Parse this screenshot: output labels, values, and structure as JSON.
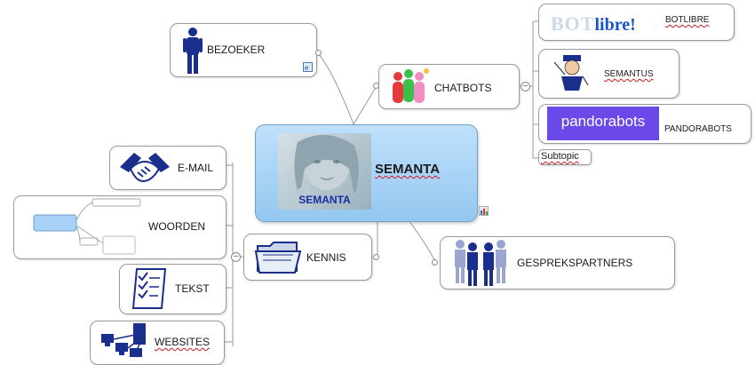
{
  "center": {
    "title": "SEMANTA",
    "photo_caption": "SEMANTA",
    "icon": "photo-of-woman"
  },
  "branches": {
    "bezoeker": {
      "label": "BEZOEKER",
      "icon": "person-icon",
      "note_icon": "note-icon"
    },
    "chatbots": {
      "label": "CHATBOTS",
      "icon": "people-group-icon"
    },
    "botlibre": {
      "label": "BOTLIBRE",
      "logo": "BOTlibre!"
    },
    "semantus": {
      "label": "SEMANTUS",
      "icon": "cartoon-character-icon"
    },
    "pandorabots": {
      "label": "PANDORABOTS",
      "logo": "pandorabots"
    },
    "subtopic": {
      "label": "Subtopic"
    },
    "email": {
      "label": "E-MAIL",
      "icon": "handshake-icon"
    },
    "woorden": {
      "label": "WOORDEN",
      "icon": "mind-map-thumbnail-icon"
    },
    "kennis": {
      "label": "KENNIS",
      "icon": "folder-icon"
    },
    "tekst": {
      "label": "TEKST",
      "icon": "checklist-icon"
    },
    "websites": {
      "label": "WEBSITES",
      "icon": "network-computers-icon"
    },
    "gesprekspartners": {
      "label": "GESPREKSPARTNERS",
      "icon": "group-of-people-icon"
    }
  },
  "colors": {
    "center_fill": "#a9d3f6",
    "person_blue": "#1a2e8c",
    "pandora_purple": "#6a49e8",
    "botlibre_blue": "#1a56c9"
  }
}
